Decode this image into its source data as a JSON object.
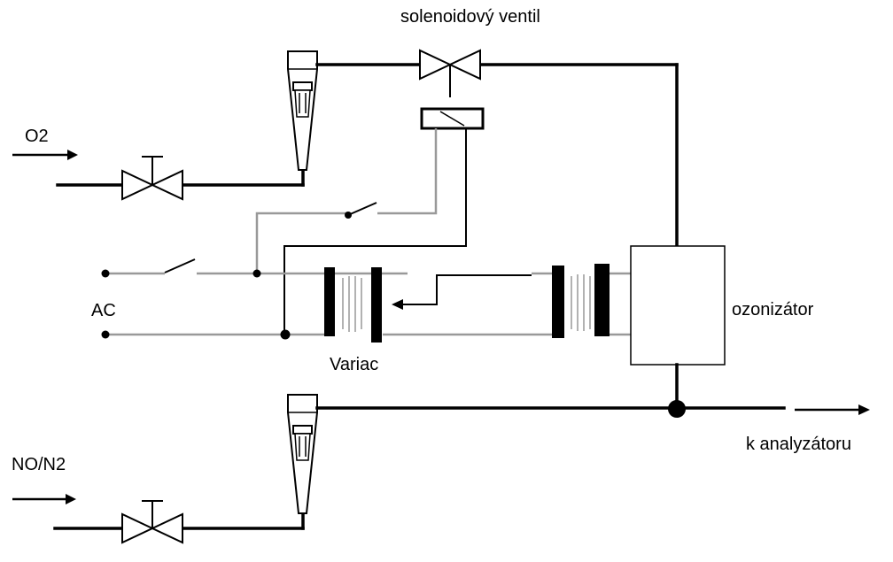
{
  "labels": {
    "solenoid_valve": "solenoidový ventil",
    "o2": "O2",
    "ac": "AC",
    "variac": "Variac",
    "ozonizer": "ozonizátor",
    "to_analyzer": "k analyzátoru",
    "no_n2": "NO/N2"
  },
  "colors": {
    "pipe": "#000000",
    "wire": "#999999",
    "background": "#ffffff"
  }
}
